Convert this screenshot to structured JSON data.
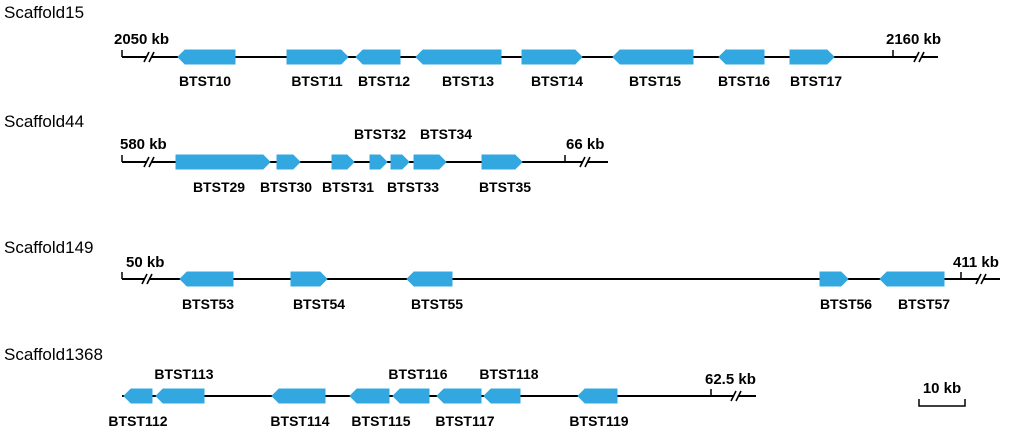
{
  "colors": {
    "gene": "#33a8e0",
    "line": "#000000",
    "background": "#ffffff"
  },
  "scale_bar": {
    "label": "10 kb",
    "length_kb": 10
  },
  "scaffolds": [
    {
      "name": "Scaffold15",
      "start_label": "2050 kb",
      "end_label": "2160 kb",
      "genes": [
        {
          "label": "BTST10",
          "strand": "-"
        },
        {
          "label": "BTST11",
          "strand": "+"
        },
        {
          "label": "BTST12",
          "strand": "-"
        },
        {
          "label": "BTST13",
          "strand": "-"
        },
        {
          "label": "BTST14",
          "strand": "+"
        },
        {
          "label": "BTST15",
          "strand": "-"
        },
        {
          "label": "BTST16",
          "strand": "-"
        },
        {
          "label": "BTST17",
          "strand": "+"
        }
      ]
    },
    {
      "name": "Scaffold44",
      "start_label": "580 kb",
      "end_label": "66 kb",
      "genes": [
        {
          "label": "BTST29",
          "strand": "+"
        },
        {
          "label": "BTST30",
          "strand": "+"
        },
        {
          "label": "BTST31",
          "strand": "+"
        },
        {
          "label": "BTST32",
          "strand": "+"
        },
        {
          "label": "BTST33",
          "strand": "+"
        },
        {
          "label": "BTST34",
          "strand": "+"
        },
        {
          "label": "BTST35",
          "strand": "+"
        }
      ]
    },
    {
      "name": "Scaffold149",
      "start_label": "50 kb",
      "end_label": "411 kb",
      "genes": [
        {
          "label": "BTST53",
          "strand": "-"
        },
        {
          "label": "BTST54",
          "strand": "+"
        },
        {
          "label": "BTST55",
          "strand": "-"
        },
        {
          "label": "BTST56",
          "strand": "+"
        },
        {
          "label": "BTST57",
          "strand": "-"
        }
      ]
    },
    {
      "name": "Scaffold1368",
      "start_label": "",
      "end_label": "62.5 kb",
      "genes": [
        {
          "label": "BTST112",
          "strand": "-"
        },
        {
          "label": "BTST113",
          "strand": "-"
        },
        {
          "label": "BTST114",
          "strand": "-"
        },
        {
          "label": "BTST115",
          "strand": "-"
        },
        {
          "label": "BTST116",
          "strand": "-"
        },
        {
          "label": "BTST117",
          "strand": "-"
        },
        {
          "label": "BTST118",
          "strand": "-"
        },
        {
          "label": "BTST119",
          "strand": "-"
        }
      ]
    }
  ]
}
